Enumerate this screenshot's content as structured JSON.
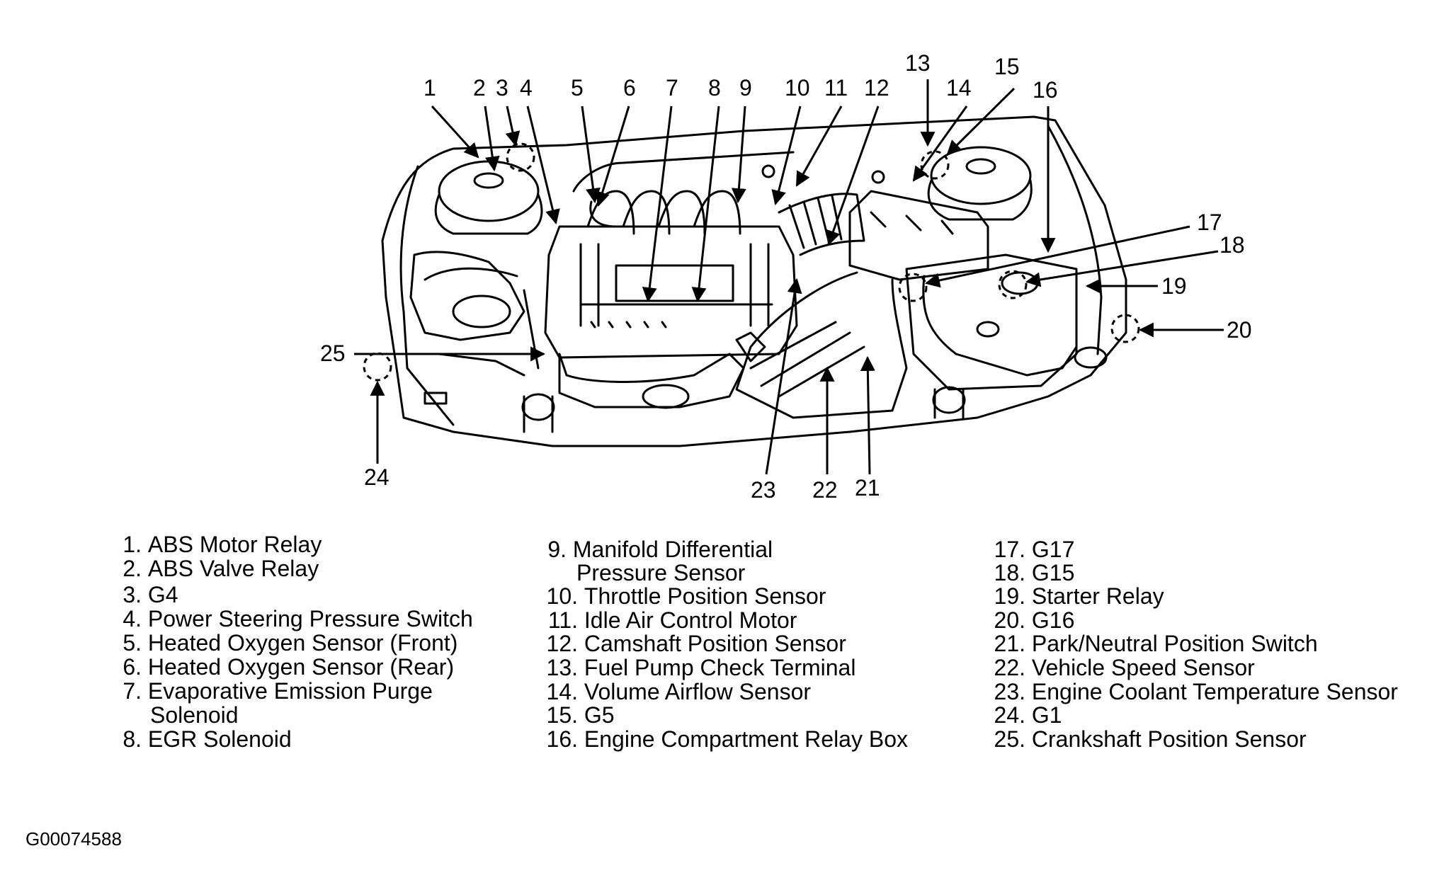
{
  "figure_code": "G00074588",
  "callout_numbers": [
    "1",
    "2",
    "3",
    "4",
    "5",
    "6",
    "7",
    "8",
    "9",
    "10",
    "11",
    "12",
    "13",
    "14",
    "15",
    "16",
    "17",
    "18",
    "19",
    "20",
    "21",
    "22",
    "23",
    "24",
    "25"
  ],
  "legend": {
    "col1": [
      {
        "num": "1.",
        "label": "ABS Motor Relay"
      },
      {
        "num": "2.",
        "label": "ABS Valve Relay"
      },
      {
        "num": "3.",
        "label": "G4"
      },
      {
        "num": "4.",
        "label": "Power Steering Pressure Switch"
      },
      {
        "num": "5.",
        "label": "Heated Oxygen Sensor (Front)"
      },
      {
        "num": "6.",
        "label": "Heated Oxygen Sensor (Rear)"
      },
      {
        "num": "7.",
        "label": "Evaporative Emission Purge",
        "label2": "Solenoid"
      },
      {
        "num": "8.",
        "label": "EGR Solenoid"
      }
    ],
    "col2": [
      {
        "num": "9.",
        "label": "Manifold Differential",
        "label2": "Pressure Sensor"
      },
      {
        "num": "10.",
        "label": "Throttle Position Sensor"
      },
      {
        "num": "11.",
        "label": "Idle Air Control Motor"
      },
      {
        "num": "12.",
        "label": "Camshaft Position Sensor"
      },
      {
        "num": "13.",
        "label": "Fuel Pump Check Terminal"
      },
      {
        "num": "14.",
        "label": "Volume Airflow Sensor"
      },
      {
        "num": "15.",
        "label": "G5"
      },
      {
        "num": "16.",
        "label": "Engine Compartment Relay Box"
      }
    ],
    "col3": [
      {
        "num": "17.",
        "label": "G17"
      },
      {
        "num": "18.",
        "label": "G15"
      },
      {
        "num": "19.",
        "label": "Starter Relay"
      },
      {
        "num": "20.",
        "label": "G16"
      },
      {
        "num": "21.",
        "label": "Park/Neutral Position Switch"
      },
      {
        "num": "22.",
        "label": "Vehicle Speed Sensor"
      },
      {
        "num": "23.",
        "label": "Engine Coolant Temperature Sensor"
      },
      {
        "num": "24.",
        "label": "G1"
      },
      {
        "num": "25.",
        "label": "Crankshaft Position Sensor"
      }
    ]
  }
}
